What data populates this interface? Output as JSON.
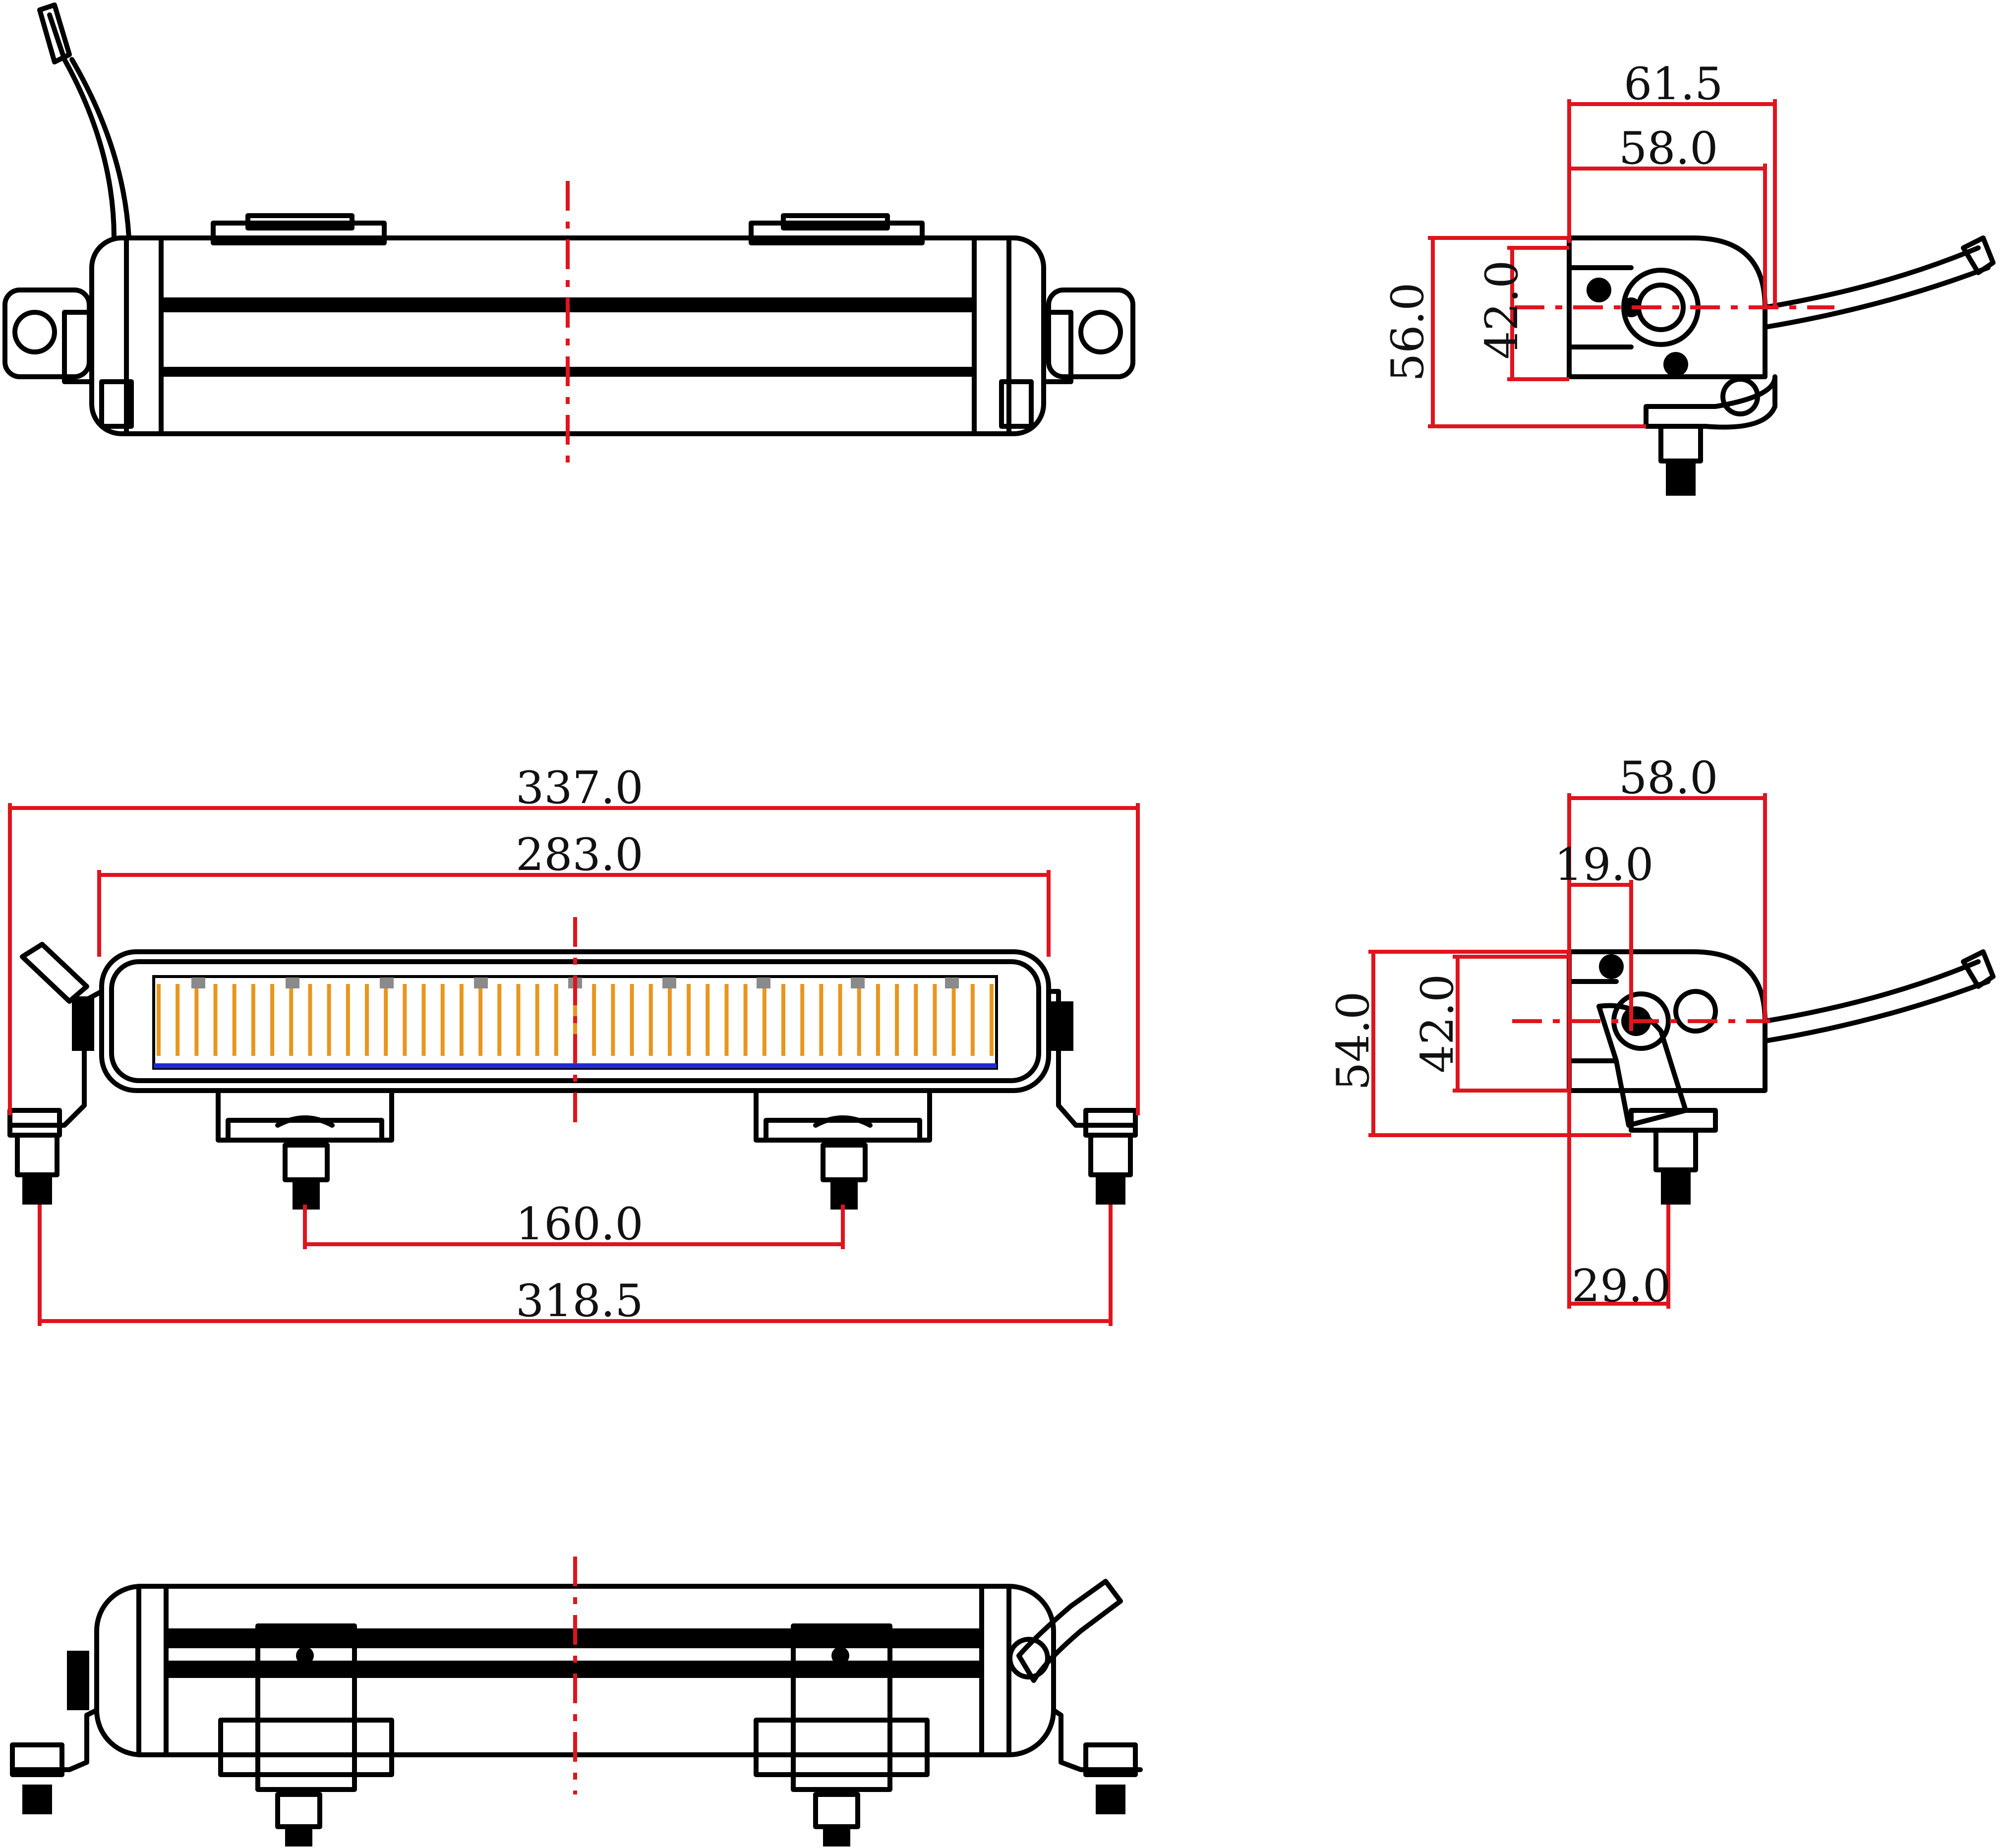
{
  "colors": {
    "outline": "#000000",
    "dimension": "#e0141e",
    "led": "#e8961e",
    "lens_edge": "#1f2ad6"
  },
  "dimensions": {
    "side_top_outer": "61.5",
    "side_top_inner": "58.0",
    "side_top_height_outer": "56.0",
    "side_top_height_inner": "42.0",
    "front_overall": "337.0",
    "front_housing": "283.0",
    "front_bracket_spacing": "160.0",
    "front_mount_spacing": "318.5",
    "side_front_width": "58.0",
    "side_front_offset_top": "19.0",
    "side_front_height_outer": "54.0",
    "side_front_height_inner": "42.0",
    "side_front_offset_bottom": "29.0"
  }
}
